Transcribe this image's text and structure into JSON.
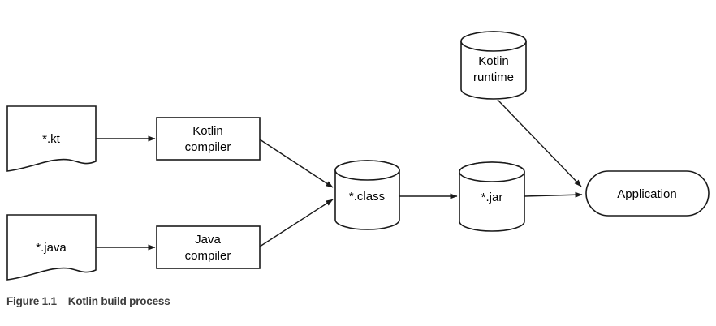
{
  "figure": {
    "caption_label": "Figure 1.1",
    "caption_title": "Kotlin build process"
  },
  "nodes": {
    "kt": {
      "type": "document",
      "label": "*.kt"
    },
    "java": {
      "type": "document",
      "label": "*.java"
    },
    "kotlin_compiler": {
      "type": "process",
      "label": [
        "Kotlin",
        "compiler"
      ]
    },
    "java_compiler": {
      "type": "process",
      "label": [
        "Java",
        "compiler"
      ]
    },
    "class_files": {
      "type": "datastore",
      "label": "*.class"
    },
    "jar": {
      "type": "datastore",
      "label": "*.jar"
    },
    "kotlin_runtime": {
      "type": "datastore",
      "label": [
        "Kotlin",
        "runtime"
      ]
    },
    "application": {
      "type": "terminator",
      "label": "Application"
    }
  },
  "edges": [
    {
      "from": "kt",
      "to": "kotlin_compiler"
    },
    {
      "from": "java",
      "to": "java_compiler"
    },
    {
      "from": "kotlin_compiler",
      "to": "class_files"
    },
    {
      "from": "java_compiler",
      "to": "class_files"
    },
    {
      "from": "class_files",
      "to": "jar"
    },
    {
      "from": "jar",
      "to": "application"
    },
    {
      "from": "kotlin_runtime",
      "to": "application"
    }
  ],
  "colors": {
    "background": "#ffffff",
    "stroke": "#1a1a1a",
    "text": "#000000",
    "caption": "#3d3d3d"
  }
}
